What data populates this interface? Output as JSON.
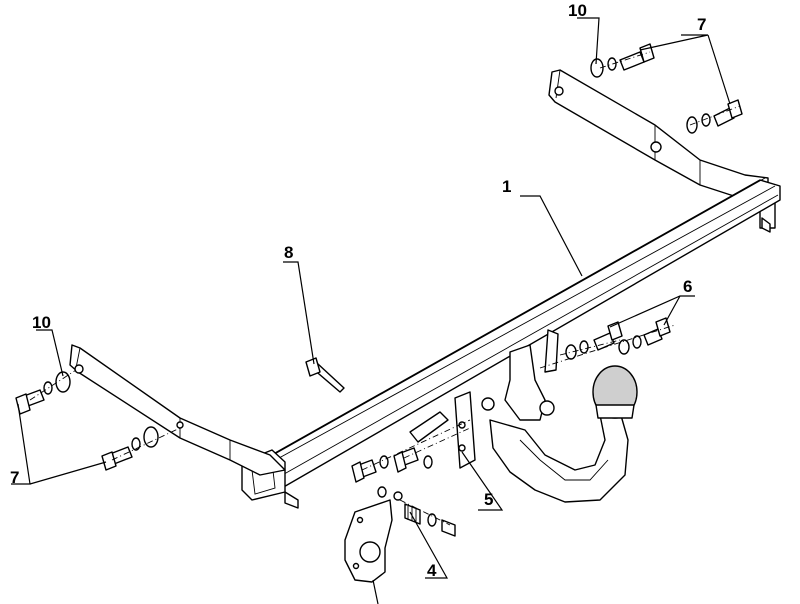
{
  "callouts": {
    "c1": "1",
    "c4": "4",
    "c5": "5",
    "c6": "6",
    "c7_top": "7",
    "c7_left": "7",
    "c8": "8",
    "c10_top": "10",
    "c10_left": "10"
  }
}
